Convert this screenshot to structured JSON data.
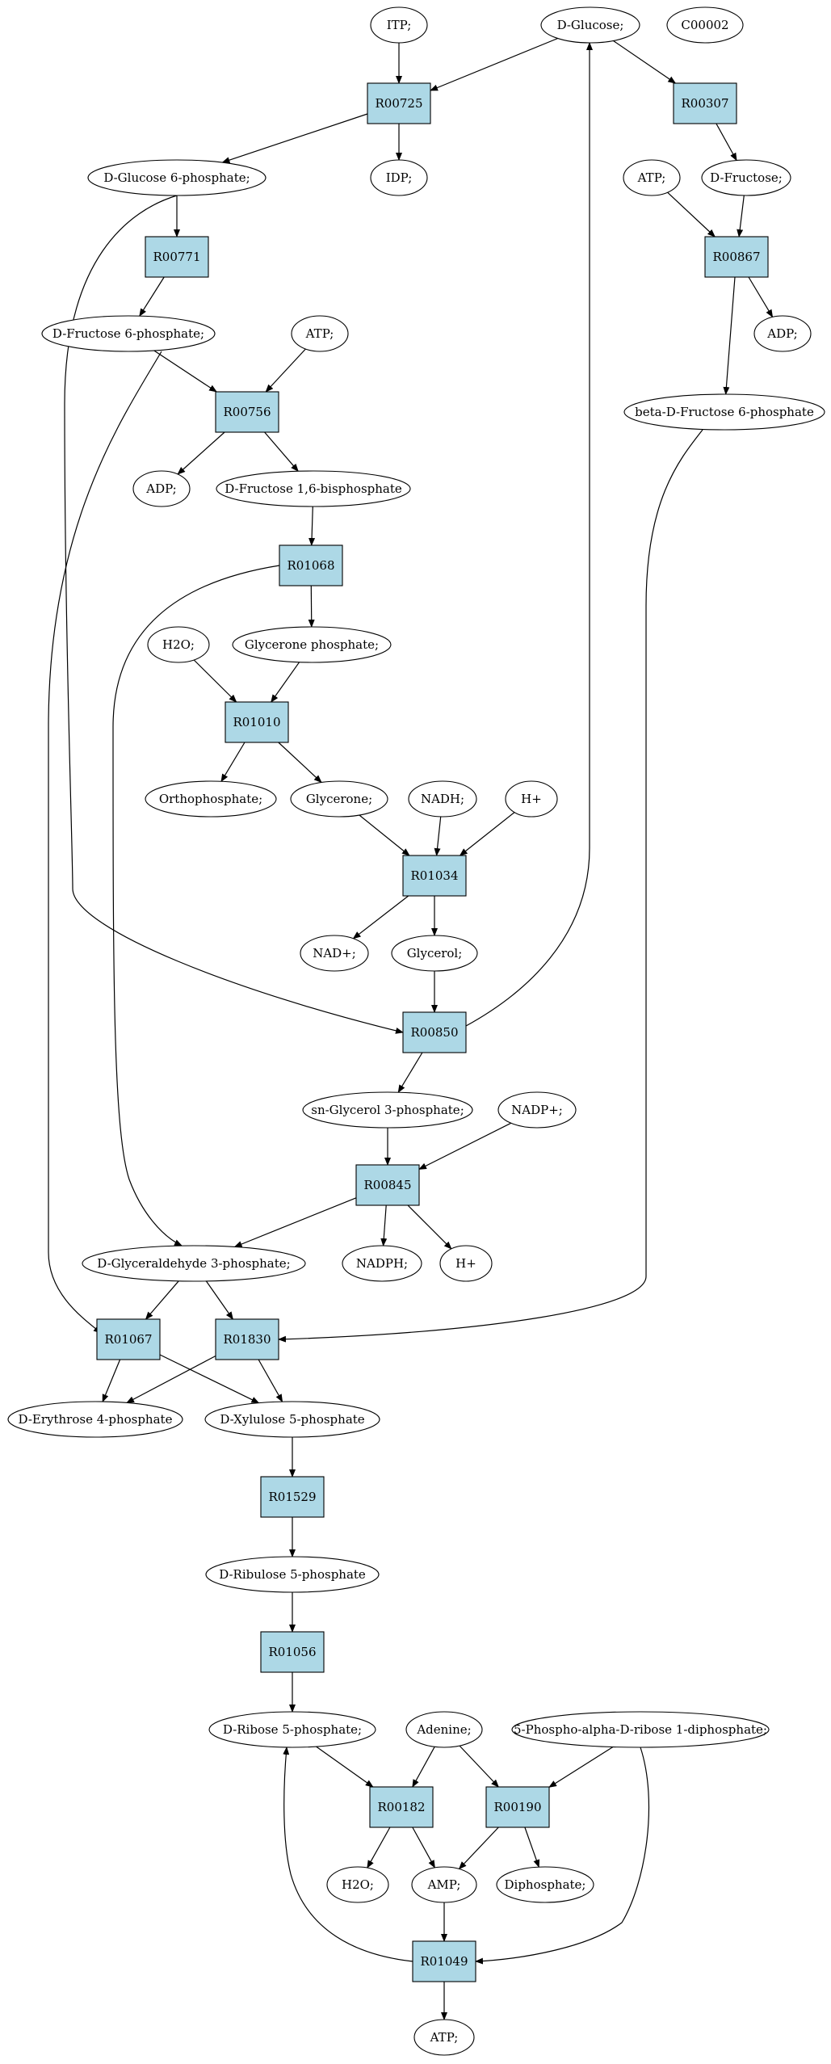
{
  "colors": {
    "reaction_fill": "#add8e6",
    "compound_fill": "#ffffff",
    "start_fill": "#00ee00",
    "highlight_fill": "#ffff00",
    "stroke": "#000000"
  },
  "nodes": [
    {
      "id": "itp",
      "label": "ITP;",
      "kind": "compound"
    },
    {
      "id": "dglucose",
      "label": "D-Glucose;",
      "kind": "start"
    },
    {
      "id": "c00002",
      "label": "C00002",
      "kind": "highlight"
    },
    {
      "id": "r00725",
      "label": "R00725",
      "kind": "reaction"
    },
    {
      "id": "r00307",
      "label": "R00307",
      "kind": "reaction"
    },
    {
      "id": "dg6p",
      "label": "D-Glucose 6-phosphate;",
      "kind": "compound"
    },
    {
      "id": "idp",
      "label": "IDP;",
      "kind": "compound"
    },
    {
      "id": "atp1",
      "label": "ATP;",
      "kind": "compound"
    },
    {
      "id": "dfructose",
      "label": "D-Fructose;",
      "kind": "compound"
    },
    {
      "id": "r00771",
      "label": "R00771",
      "kind": "reaction"
    },
    {
      "id": "r00867",
      "label": "R00867",
      "kind": "reaction"
    },
    {
      "id": "df6p",
      "label": "D-Fructose 6-phosphate;",
      "kind": "compound"
    },
    {
      "id": "atp2",
      "label": "ATP;",
      "kind": "compound"
    },
    {
      "id": "adp1",
      "label": "ADP;",
      "kind": "compound"
    },
    {
      "id": "bdf6p",
      "label": "beta-D-Fructose 6-phosphate",
      "kind": "compound"
    },
    {
      "id": "r00756",
      "label": "R00756",
      "kind": "reaction"
    },
    {
      "id": "adp2",
      "label": "ADP;",
      "kind": "compound"
    },
    {
      "id": "df16bp",
      "label": "D-Fructose 1,6-bisphosphate",
      "kind": "compound"
    },
    {
      "id": "r01068",
      "label": "R01068",
      "kind": "reaction"
    },
    {
      "id": "h2o1",
      "label": "H2O;",
      "kind": "compound"
    },
    {
      "id": "gp",
      "label": "Glycerone phosphate;",
      "kind": "compound"
    },
    {
      "id": "r01010",
      "label": "R01010",
      "kind": "reaction"
    },
    {
      "id": "ortho",
      "label": "Orthophosphate;",
      "kind": "compound"
    },
    {
      "id": "glycerone",
      "label": "Glycerone;",
      "kind": "compound"
    },
    {
      "id": "nadh",
      "label": "NADH;",
      "kind": "compound"
    },
    {
      "id": "hplus1",
      "label": "H+",
      "kind": "compound"
    },
    {
      "id": "r01034",
      "label": "R01034",
      "kind": "reaction"
    },
    {
      "id": "nadplus",
      "label": "NAD+;",
      "kind": "compound"
    },
    {
      "id": "glycerol",
      "label": "Glycerol;",
      "kind": "compound"
    },
    {
      "id": "r00850",
      "label": "R00850",
      "kind": "reaction"
    },
    {
      "id": "sng3p",
      "label": "sn-Glycerol 3-phosphate;",
      "kind": "compound"
    },
    {
      "id": "nadpplus",
      "label": "NADP+;",
      "kind": "compound"
    },
    {
      "id": "r00845",
      "label": "R00845",
      "kind": "reaction"
    },
    {
      "id": "dga3p",
      "label": "D-Glyceraldehyde 3-phosphate;",
      "kind": "compound"
    },
    {
      "id": "nadph",
      "label": "NADPH;",
      "kind": "compound"
    },
    {
      "id": "hplus2",
      "label": "H+",
      "kind": "compound"
    },
    {
      "id": "r01067",
      "label": "R01067",
      "kind": "reaction"
    },
    {
      "id": "r01830",
      "label": "R01830",
      "kind": "reaction"
    },
    {
      "id": "de4p",
      "label": "D-Erythrose 4-phosphate",
      "kind": "compound"
    },
    {
      "id": "dx5p",
      "label": "D-Xylulose 5-phosphate",
      "kind": "compound"
    },
    {
      "id": "r01529",
      "label": "R01529",
      "kind": "reaction"
    },
    {
      "id": "dru5p",
      "label": "D-Ribulose 5-phosphate",
      "kind": "compound"
    },
    {
      "id": "r01056",
      "label": "R01056",
      "kind": "reaction"
    },
    {
      "id": "dr5p",
      "label": "D-Ribose 5-phosphate;",
      "kind": "compound"
    },
    {
      "id": "adenine",
      "label": "Adenine;",
      "kind": "compound"
    },
    {
      "id": "prpp",
      "label": "5-Phospho-alpha-D-ribose 1-diphosphate;",
      "kind": "compound"
    },
    {
      "id": "r00182",
      "label": "R00182",
      "kind": "reaction"
    },
    {
      "id": "r00190",
      "label": "R00190",
      "kind": "reaction"
    },
    {
      "id": "h2o2",
      "label": "H2O;",
      "kind": "compound"
    },
    {
      "id": "amp",
      "label": "AMP;",
      "kind": "compound"
    },
    {
      "id": "diphosphate",
      "label": "Diphosphate;",
      "kind": "compound"
    },
    {
      "id": "r01049",
      "label": "R01049",
      "kind": "reaction"
    },
    {
      "id": "atp3",
      "label": "ATP;",
      "kind": "compound"
    }
  ],
  "edges": [
    [
      "itp",
      "r00725"
    ],
    [
      "dglucose",
      "r00725"
    ],
    [
      "dglucose",
      "r00307"
    ],
    [
      "r00725",
      "dg6p"
    ],
    [
      "r00725",
      "idp"
    ],
    [
      "r00307",
      "dfructose"
    ],
    [
      "dg6p",
      "r00771"
    ],
    [
      "atp1",
      "r00867"
    ],
    [
      "dfructose",
      "r00867"
    ],
    [
      "r00771",
      "df6p"
    ],
    [
      "r00867",
      "adp1"
    ],
    [
      "r00867",
      "bdf6p"
    ],
    [
      "df6p",
      "r00756"
    ],
    [
      "atp2",
      "r00756"
    ],
    [
      "r00756",
      "adp2"
    ],
    [
      "r00756",
      "df16bp"
    ],
    [
      "df16bp",
      "r01068"
    ],
    [
      "r01068",
      "gp"
    ],
    [
      "h2o1",
      "r01010"
    ],
    [
      "gp",
      "r01010"
    ],
    [
      "r01010",
      "ortho"
    ],
    [
      "r01010",
      "glycerone"
    ],
    [
      "glycerone",
      "r01034"
    ],
    [
      "nadh",
      "r01034"
    ],
    [
      "hplus1",
      "r01034"
    ],
    [
      "r01034",
      "nadplus"
    ],
    [
      "r01034",
      "glycerol"
    ],
    [
      "glycerol",
      "r00850"
    ],
    [
      "dg6p",
      "r00850"
    ],
    [
      "r00850",
      "dglucose"
    ],
    [
      "r00850",
      "sng3p"
    ],
    [
      "sng3p",
      "r00845"
    ],
    [
      "nadpplus",
      "r00845"
    ],
    [
      "r00845",
      "dga3p"
    ],
    [
      "r00845",
      "nadph"
    ],
    [
      "r00845",
      "hplus2"
    ],
    [
      "r01068",
      "dga3p"
    ],
    [
      "dga3p",
      "r01067"
    ],
    [
      "dga3p",
      "r01830"
    ],
    [
      "df6p",
      "r01067"
    ],
    [
      "bdf6p",
      "r01830"
    ],
    [
      "r01067",
      "de4p"
    ],
    [
      "r01067",
      "dx5p"
    ],
    [
      "r01830",
      "de4p"
    ],
    [
      "r01830",
      "dx5p"
    ],
    [
      "dx5p",
      "r01529"
    ],
    [
      "r01529",
      "dru5p"
    ],
    [
      "dru5p",
      "r01056"
    ],
    [
      "r01056",
      "dr5p"
    ],
    [
      "dr5p",
      "r00182"
    ],
    [
      "adenine",
      "r00182"
    ],
    [
      "adenine",
      "r00190"
    ],
    [
      "prpp",
      "r00190"
    ],
    [
      "r00182",
      "h2o2"
    ],
    [
      "r00182",
      "amp"
    ],
    [
      "r00190",
      "amp"
    ],
    [
      "r00190",
      "diphosphate"
    ],
    [
      "amp",
      "r01049"
    ],
    [
      "prpp",
      "r01049"
    ],
    [
      "r01049",
      "dr5p"
    ],
    [
      "r01049",
      "atp3"
    ]
  ]
}
